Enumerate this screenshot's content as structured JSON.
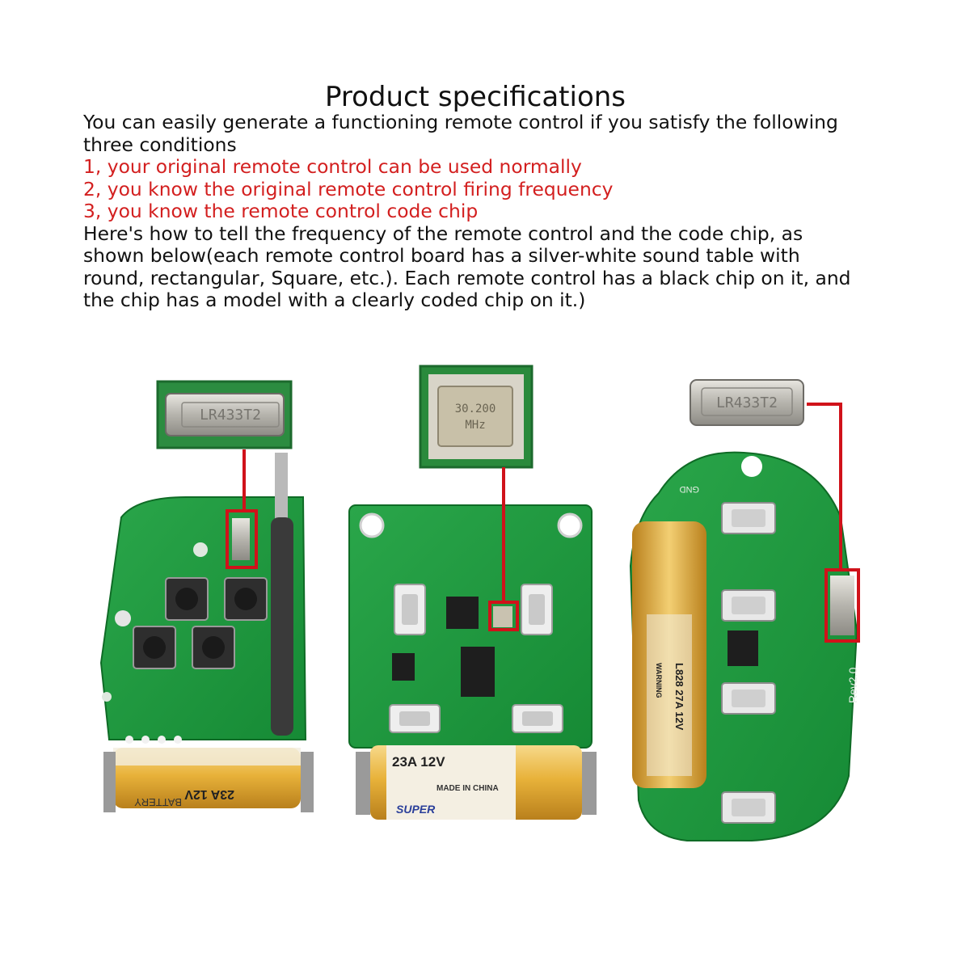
{
  "title": "Product specifications",
  "intro": [
    "You can easily generate a functioning remote control if you satisfy the following",
    "three conditions"
  ],
  "conditions": [
    "1, your original remote control can be used normally",
    "2, you know the original remote control firing frequency",
    "3, you know the remote control code chip"
  ],
  "explanation": [
    "Here's how to tell the frequency of the remote control and the code chip, as",
    "shown below(each remote control board has a silver-white sound table with",
    "round, rectangular, Square, etc.). Each remote control has a black chip on it, and",
    "the chip has a model with a clearly coded chip on it.)"
  ],
  "boards": {
    "left": {
      "resonator_label": "LR433T2",
      "battery_label_1": "23A 12V",
      "battery_label_2": "BATTERY"
    },
    "middle": {
      "crystal_line1": "30.200",
      "crystal_line2": "MHz",
      "battery_label_1": "23A 12V",
      "battery_label_2": "MADE IN CHINA",
      "battery_label_3": "SUPER"
    },
    "right": {
      "resonator_label": "LR433T2",
      "battery_label_1": "L828 27A 12V",
      "battery_label_2": "WARNING",
      "silk_label_1": "GND",
      "silk_label_2": "Rev2.0"
    }
  },
  "colors": {
    "pcb_green": "#1f9a3c",
    "pcb_dark": "#13732a",
    "highlight_red": "#d0121a",
    "battery_gold": "#e8b23a",
    "text_red": "#d31f1f"
  }
}
